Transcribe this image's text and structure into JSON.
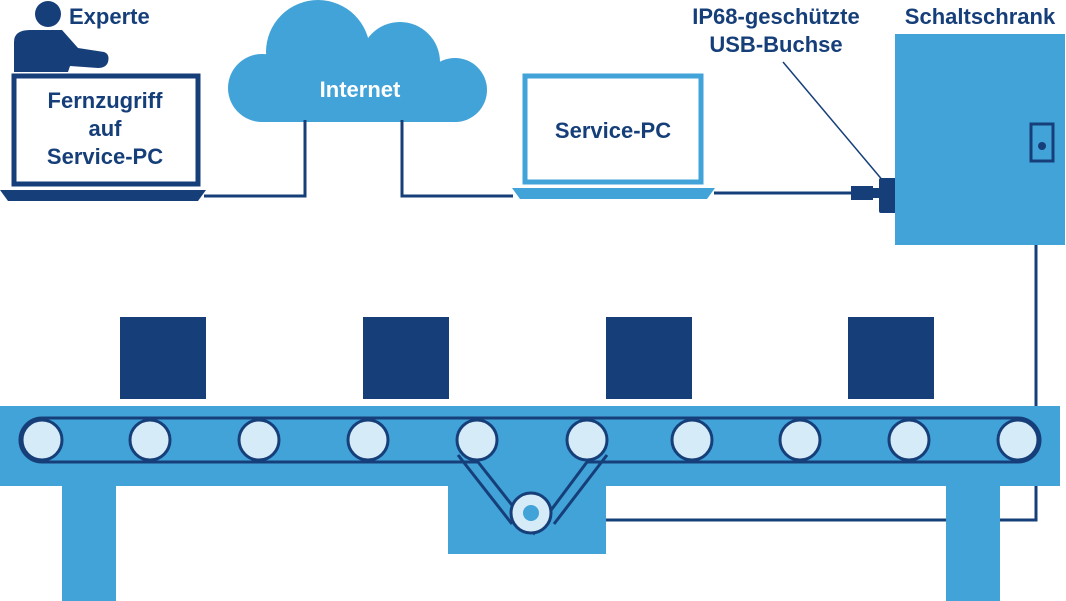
{
  "labels": {
    "expert": "Experte",
    "remote_line1": "Fernzugriff",
    "remote_line2": "auf",
    "remote_line3": "Service-PC",
    "internet": "Internet",
    "service_pc": "Service-PC",
    "usb_line1": "IP68-geschützte",
    "usb_line2": "USB-Buchse",
    "cabinet": "Schaltschrank"
  },
  "colors": {
    "dark_blue": "#163f7a",
    "mid_blue": "#41a3d8",
    "light_roller": "#d6ebf8"
  }
}
